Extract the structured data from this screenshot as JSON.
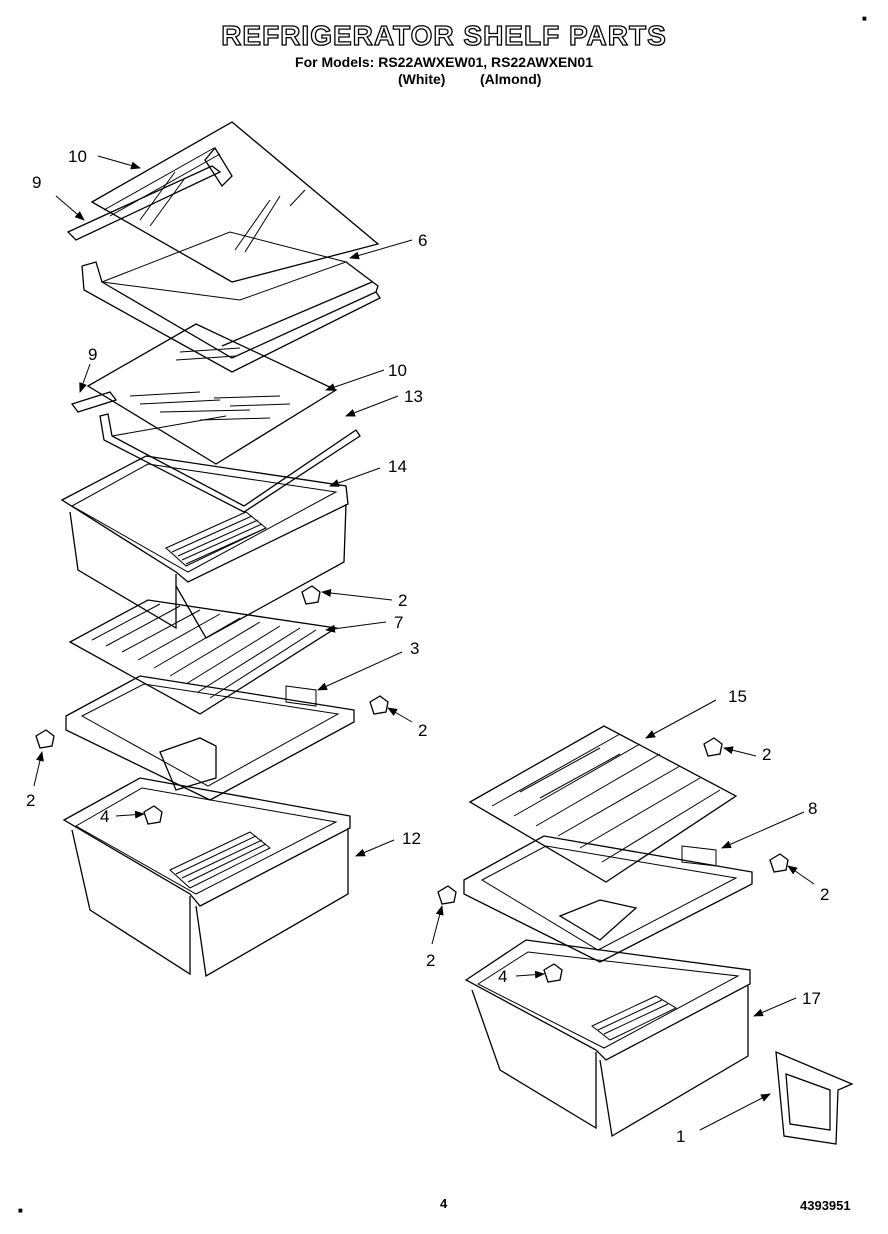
{
  "header": {
    "title": "REFRIGERATOR SHELF PARTS",
    "models": "For Models: RS22AWXEW01, RS22AWXEN01",
    "color_white": "(White)",
    "color_almond": "(Almond)"
  },
  "footer": {
    "page_number": "4",
    "doc_code": "4393951"
  },
  "callouts": {
    "c10a": "10",
    "c9a": "9",
    "c6": "6",
    "c9b": "9",
    "c10b": "10",
    "c13": "13",
    "c14": "14",
    "c2a": "2",
    "c7": "7",
    "c3": "3",
    "c2b": "2",
    "c2c": "2",
    "c4a": "4",
    "c12": "12",
    "c15": "15",
    "c2d": "2",
    "c8": "8",
    "c2e": "2",
    "c2f": "2",
    "c4b": "4",
    "c17": "17",
    "c1": "1"
  }
}
